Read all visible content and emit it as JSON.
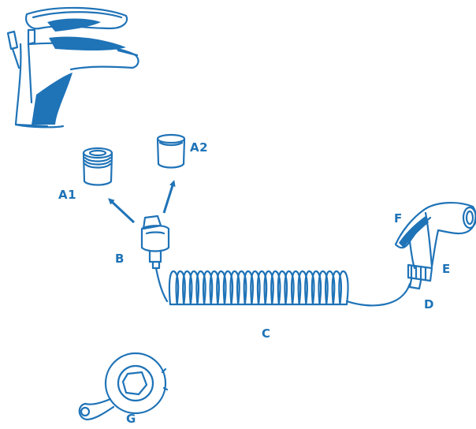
{
  "colors": {
    "line": "#1f73b7",
    "fill": "#1f73b7",
    "background": "#ffffff"
  },
  "labels": {
    "a1": "A1",
    "a2": "A2",
    "b": "B",
    "c": "C",
    "d": "D",
    "e": "E",
    "f": "F",
    "g": "G"
  },
  "parts": {
    "faucet": "faucet-icon",
    "adapter_a1": "threaded-adapter-icon",
    "adapter_a2": "adapter-sleeve-icon",
    "diverter": "diverter-valve-icon",
    "hose": "coiled-hose-icon",
    "handshower": "hand-shower-icon",
    "wrench": "wrench-key-icon"
  }
}
